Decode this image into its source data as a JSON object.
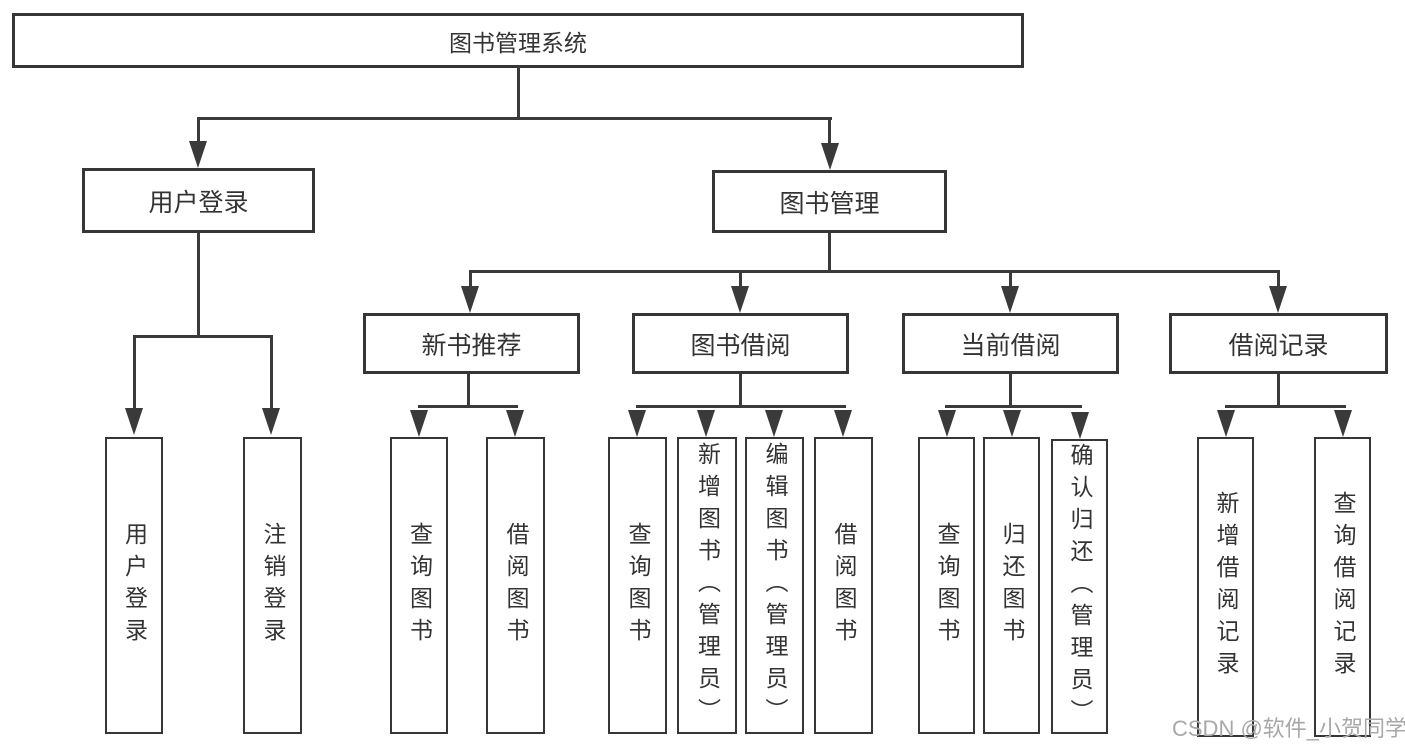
{
  "diagram": {
    "root_label": "图书管理系统",
    "level2": [
      {
        "label": "用户登录",
        "children": [
          {
            "label": "用户登录"
          },
          {
            "label": "注销登录"
          }
        ]
      },
      {
        "label": "图书管理",
        "children": [
          {
            "label": "新书推荐",
            "children": [
              {
                "label": "查询图书"
              },
              {
                "label": "借阅图书"
              }
            ]
          },
          {
            "label": "图书借阅",
            "children": [
              {
                "label": "查询图书"
              },
              {
                "label": "新增图书（管理员）"
              },
              {
                "label": "编辑图书（管理员）"
              },
              {
                "label": "借阅图书"
              }
            ]
          },
          {
            "label": "当前借阅",
            "children": [
              {
                "label": "查询图书"
              },
              {
                "label": "归还图书"
              },
              {
                "label": "确认归还（管理员）"
              }
            ]
          },
          {
            "label": "借阅记录",
            "children": [
              {
                "label": "新增借阅记录"
              },
              {
                "label": "查询借阅记录"
              }
            ]
          }
        ]
      }
    ],
    "watermark": "CSDN @软件_小贺同学",
    "colors": {
      "line": "#3a3a3a",
      "border": "#363636",
      "text": "#333333",
      "watermark": "#a8a8a8",
      "background": "#ffffff"
    }
  }
}
